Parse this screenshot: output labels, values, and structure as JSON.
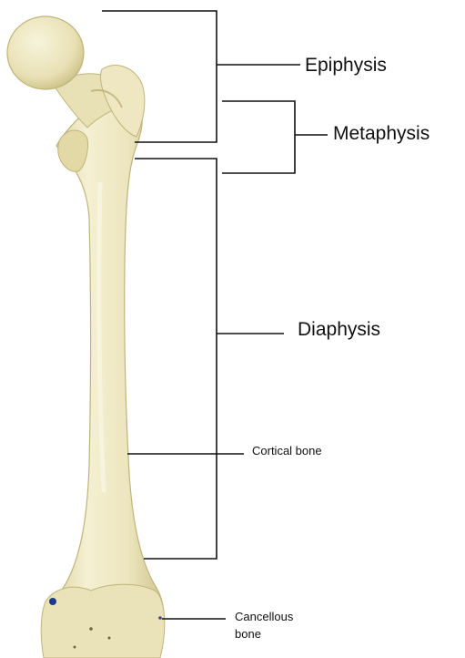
{
  "labels": {
    "epiphysis": "Epiphysis",
    "metaphysis": "Metaphysis",
    "diaphysis": "Diaphysis",
    "cortical_bone": "Cortical bone",
    "cancellous_bone_line1": "Cancellous",
    "cancellous_bone_line2": "bone"
  },
  "colors": {
    "bone": "#efe9c4",
    "bone_shadow": "#d8cf98",
    "line": "#111111",
    "text": "#111111"
  }
}
